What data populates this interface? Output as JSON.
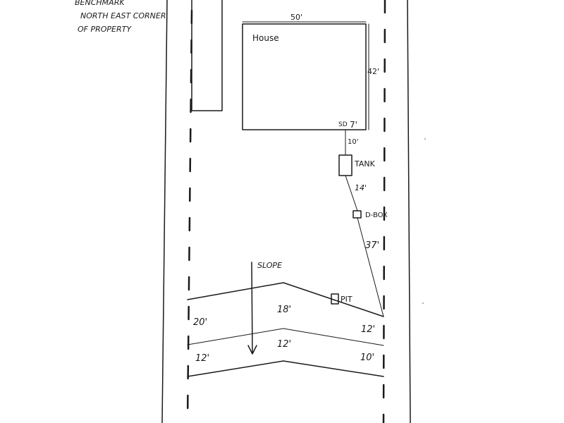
{
  "benchmark_note": {
    "line1": "BENCHMARK",
    "line2": "NORTH EAST CORNER",
    "line3": "OF PROPERTY"
  },
  "house": {
    "label": "House",
    "width": "50'",
    "depth": "42'",
    "outlet_label": "SD",
    "outlet_offset": "7'"
  },
  "septic": {
    "house_to_tank": "10'",
    "tank_label": "TANK",
    "tank_to_dbox": "14'",
    "dbox_label": "D-BOX",
    "dbox_to_field": "37'"
  },
  "slope": {
    "label": "SLOPE",
    "direction": "down"
  },
  "field": {
    "pit_label": "PIT",
    "left_spacing_upper": "20'",
    "middle_spacing_upper": "18'",
    "right_spacing_upper": "12'",
    "left_spacing_lower": "12'",
    "middle_spacing_lower": "12'",
    "right_spacing_lower": "10'"
  }
}
